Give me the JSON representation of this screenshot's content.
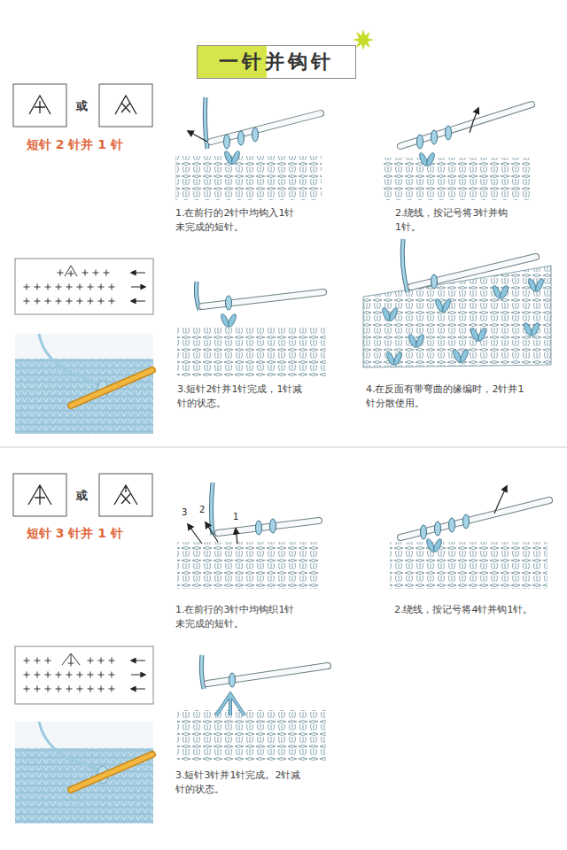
{
  "diagram": {
    "title": "一针并钩针",
    "labels": [
      "或",
      "短针 2 针并 1 针",
      "1.在前行的2针中均钩入1针 未完成的短针。",
      "2.绕线，按记号将3针并钩 1针。",
      "3.短针2针并1针完成，1针减 针的状态。",
      "4.在反面有带弯曲的缘编时，2针并1 针分散使用。",
      "或",
      "短针 3 针并 1 针",
      "3",
      "2",
      "1",
      "1.在前行的3针中均钩织1针 未完成的短针。",
      "2.绕线，按记号将4针并钩1针。",
      "3.短针3针并1针完成。2针减 针的状态。"
    ]
  }
}
